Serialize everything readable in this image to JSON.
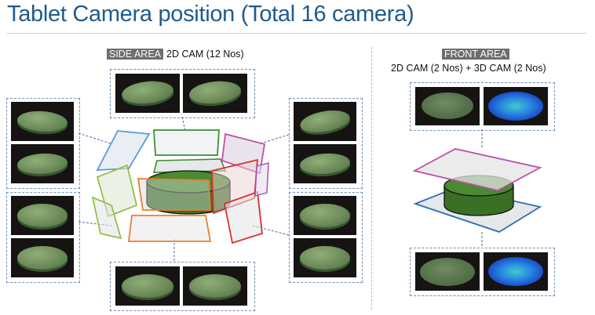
{
  "title": "Tablet Camera position (Total 16 camera)",
  "side": {
    "tag": "SIDE AREA",
    "desc": "2D CAM (12 Nos)"
  },
  "front": {
    "tag": "FRONT AREA",
    "desc": "2D CAM (2 Nos) + 3D CAM (2 Nos)"
  },
  "colors": {
    "title": "#1f5a8f",
    "tablet": "#3f7a2c",
    "frame_blue": "#5b9bd5",
    "frame_green": "#3a8f3a",
    "frame_magenta": "#c04fa8",
    "frame_lime": "#93c04a",
    "frame_orange": "#ed7d31",
    "frame_red": "#d9302c",
    "frame_purple": "#9b4fb0",
    "frame_navy": "#2f6fb3"
  }
}
